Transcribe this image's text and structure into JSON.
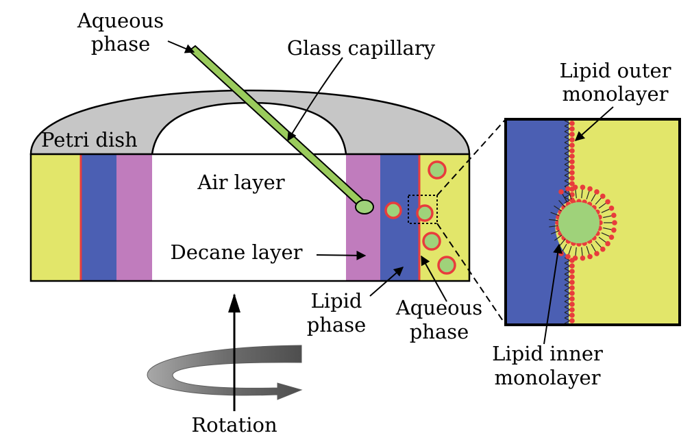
{
  "labels": {
    "aqueous_phase_top_line1": "Aqueous",
    "aqueous_phase_top_line2": "phase",
    "glass_capillary": "Glass capillary",
    "petri_dish": "Petri dish",
    "air_layer": "Air layer",
    "decane_layer": "Decane layer",
    "lipid_phase_line1": "Lipid",
    "lipid_phase_line2": "phase",
    "aqueous_phase_bottom_line1": "Aqueous",
    "aqueous_phase_bottom_line2": "phase",
    "lipid_outer_line1": "Lipid outer",
    "lipid_outer_line2": "monolayer",
    "lipid_inner_line1": "Lipid inner",
    "lipid_inner_line2": "monolayer",
    "rotation": "Rotation"
  },
  "colors": {
    "aqueous": "#e2e66a",
    "lipid": "#4b5fb3",
    "decane": "#c07cbd",
    "dish": "#c6c6c6",
    "droplet": "#9fd27a",
    "membrane_red": "#e83c3c",
    "capillary": "#9acb5c",
    "rotation_arrow": "#7c7c7c"
  }
}
